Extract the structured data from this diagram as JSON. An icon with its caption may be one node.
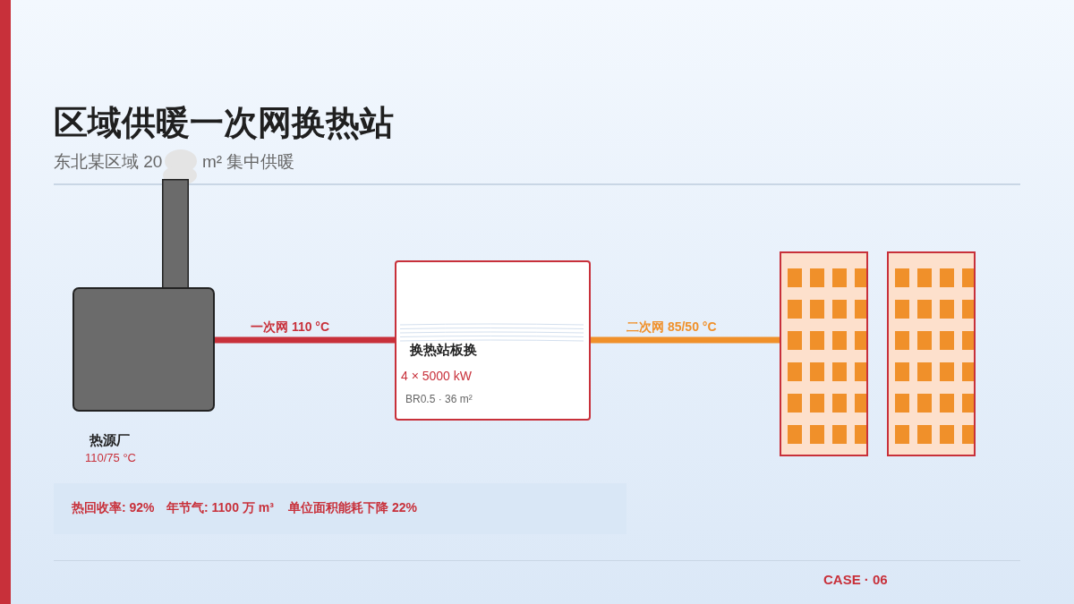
{
  "diagram": {
    "title": "区域供暖一次网换热站",
    "nodes": [
      {
        "text": [
          "热源厂",
          "110/75 °C"
        ]
      },
      {
        "text": [
          "换热站板换",
          "4 × 5000 kW",
          "BR0.5 · 36 m²"
        ]
      },
      {
        "text": [],
        "shape": "building"
      },
      {
        "text": [],
        "shape": "building"
      },
      {
        "text": [
          "热回收率: 92%",
          "年节气: 1100 万 m³",
          "单位面积能耗下降 22%"
        ]
      }
    ],
    "edges": [
      {
        "from": 0,
        "to": 1,
        "arrow": "none",
        "label": "一次网 110 °C",
        "color": "#c8303a"
      },
      {
        "from": 1,
        "to": 2,
        "arrow": "none",
        "label": "二次网 85/50 °C",
        "color": "#f0902a"
      }
    ],
    "labels": [
      "东北某区域 20",
      "m² 集中供暖",
      "CASE · 06"
    ]
  }
}
